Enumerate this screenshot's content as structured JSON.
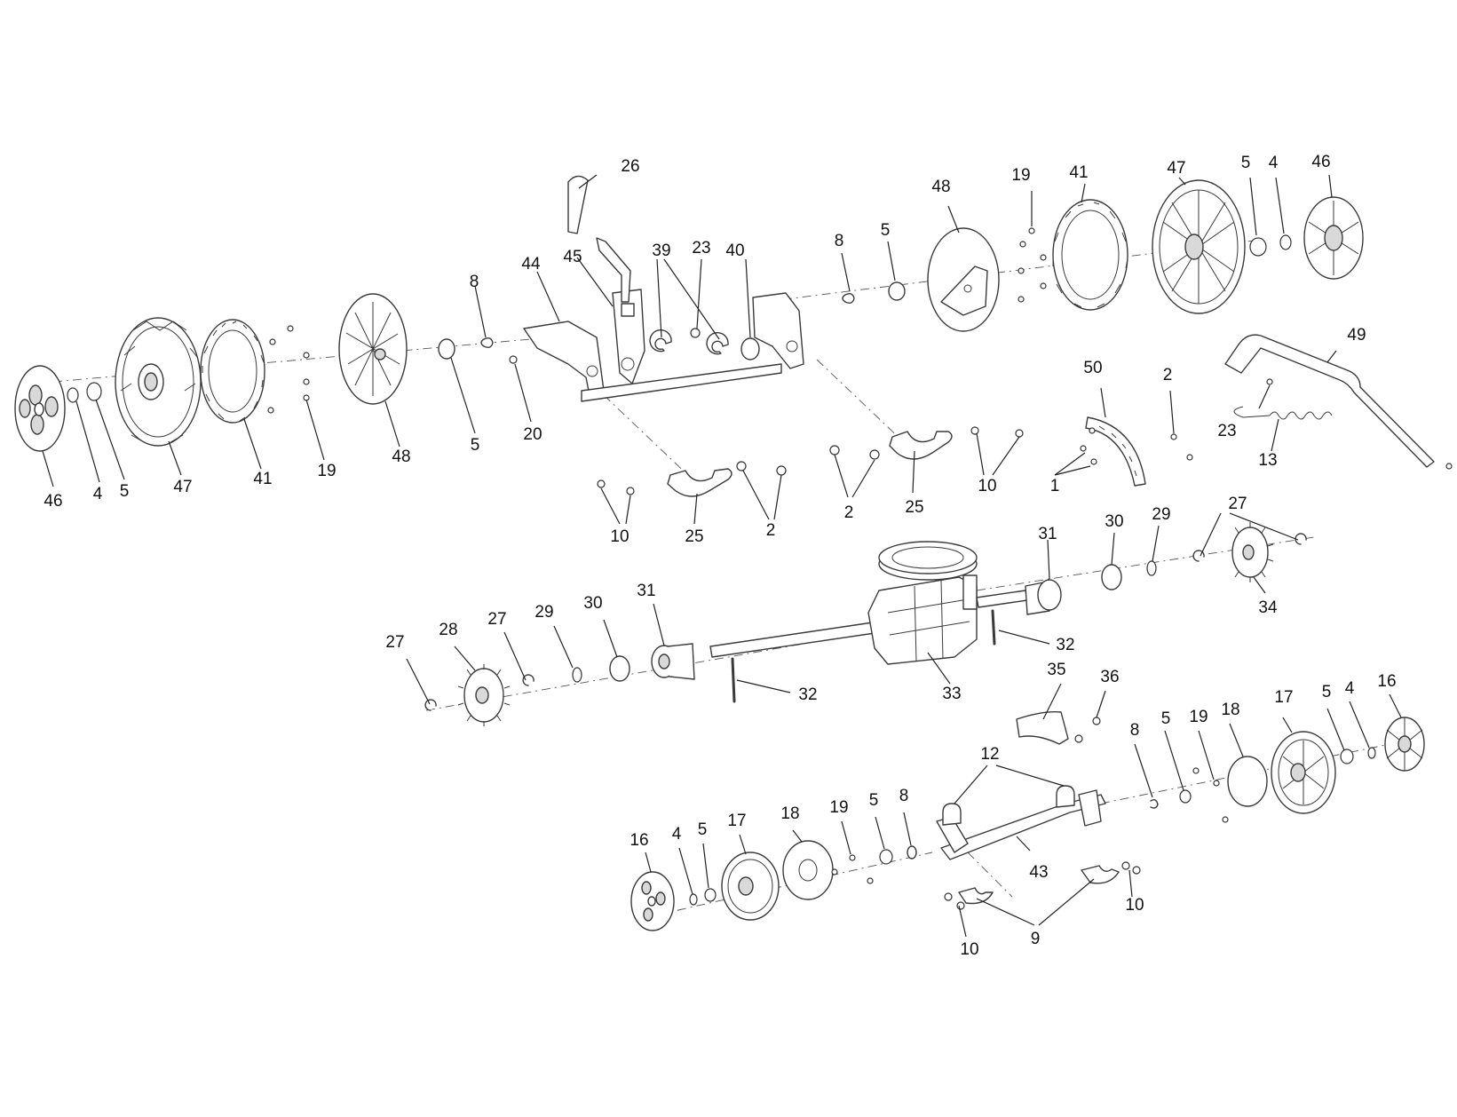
{
  "diagram": {
    "colors": {
      "line": "#3a3a3a",
      "background": "#ffffff",
      "text": "#111111"
    },
    "callouts": [
      "1",
      "2",
      "4",
      "5",
      "8",
      "9",
      "10",
      "12",
      "13",
      "16",
      "17",
      "18",
      "19",
      "20",
      "23",
      "25",
      "26",
      "27",
      "28",
      "29",
      "30",
      "31",
      "32",
      "33",
      "34",
      "35",
      "36",
      "39",
      "40",
      "41",
      "43",
      "44",
      "45",
      "46",
      "47",
      "48",
      "49",
      "50"
    ]
  }
}
